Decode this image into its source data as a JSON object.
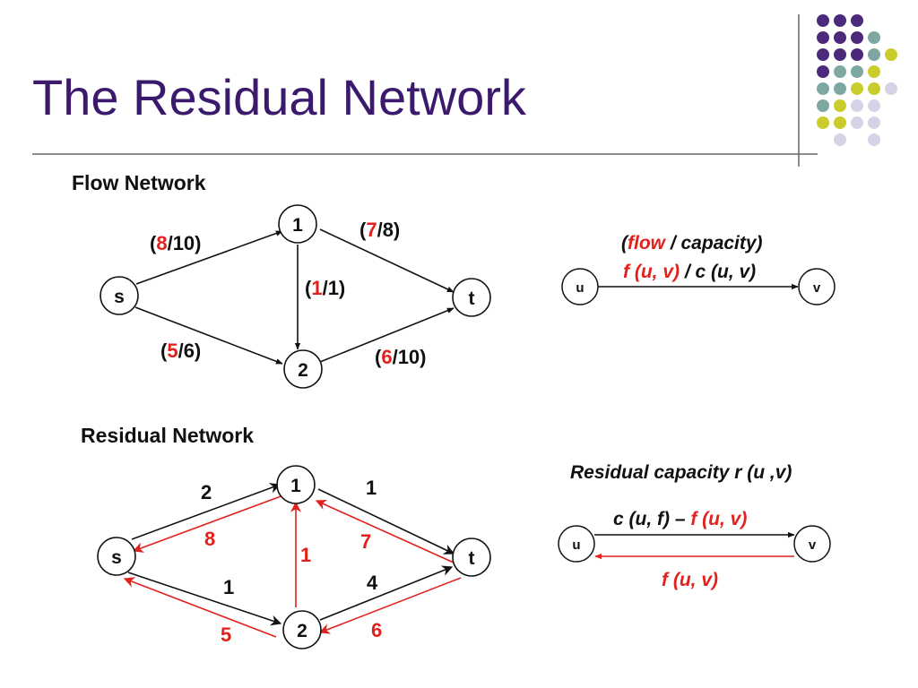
{
  "slide_title": "The Residual Network",
  "colors": {
    "title": "#3b1a6e",
    "red": "#e2211c",
    "black": "#111111",
    "dot_purple": "#4b2a7b",
    "dot_teal": "#7fa7a1",
    "dot_yellow": "#c9cd2b",
    "dot_lavender": "#d4d4e6",
    "rule": "#666666"
  },
  "flow_network": {
    "heading": "Flow Network",
    "nodes": {
      "s": "s",
      "n1": "1",
      "n2": "2",
      "t": "t"
    },
    "edges": {
      "s1": {
        "open": "(",
        "flow": "8",
        "rest": "/10)"
      },
      "s2": {
        "open": "(",
        "flow": "5",
        "rest": "/6)"
      },
      "e12": {
        "open": "(",
        "flow": "1",
        "rest": "/1)"
      },
      "e1t": {
        "open": "(",
        "flow": "7",
        "rest": "/8)"
      },
      "e2t": {
        "open": "(",
        "flow": "6",
        "rest": "/10)"
      }
    },
    "legend": {
      "label_open": "(",
      "label_flow": "flow",
      "label_rest": " / capacity)",
      "edge_flow": "f (u, v)",
      "edge_rest": " / c (u, v)",
      "u": "u",
      "v": "v"
    }
  },
  "residual_network": {
    "heading": "Residual Network",
    "nodes": {
      "s": "s",
      "n1": "1",
      "n2": "2",
      "t": "t"
    },
    "forward": {
      "s1": "2",
      "s2": "1",
      "e1t": "1",
      "e2t": "4"
    },
    "backward": {
      "s1": "8",
      "s2": "5",
      "e12": "1",
      "e1t": "7",
      "e2t": "6"
    },
    "legend": {
      "title": "Residual capacity r (u ,v)",
      "forward_black": "c (u, f) – ",
      "forward_red": "f (u, v)",
      "backward": "f (u, v)",
      "u": "u",
      "v": "v"
    }
  }
}
